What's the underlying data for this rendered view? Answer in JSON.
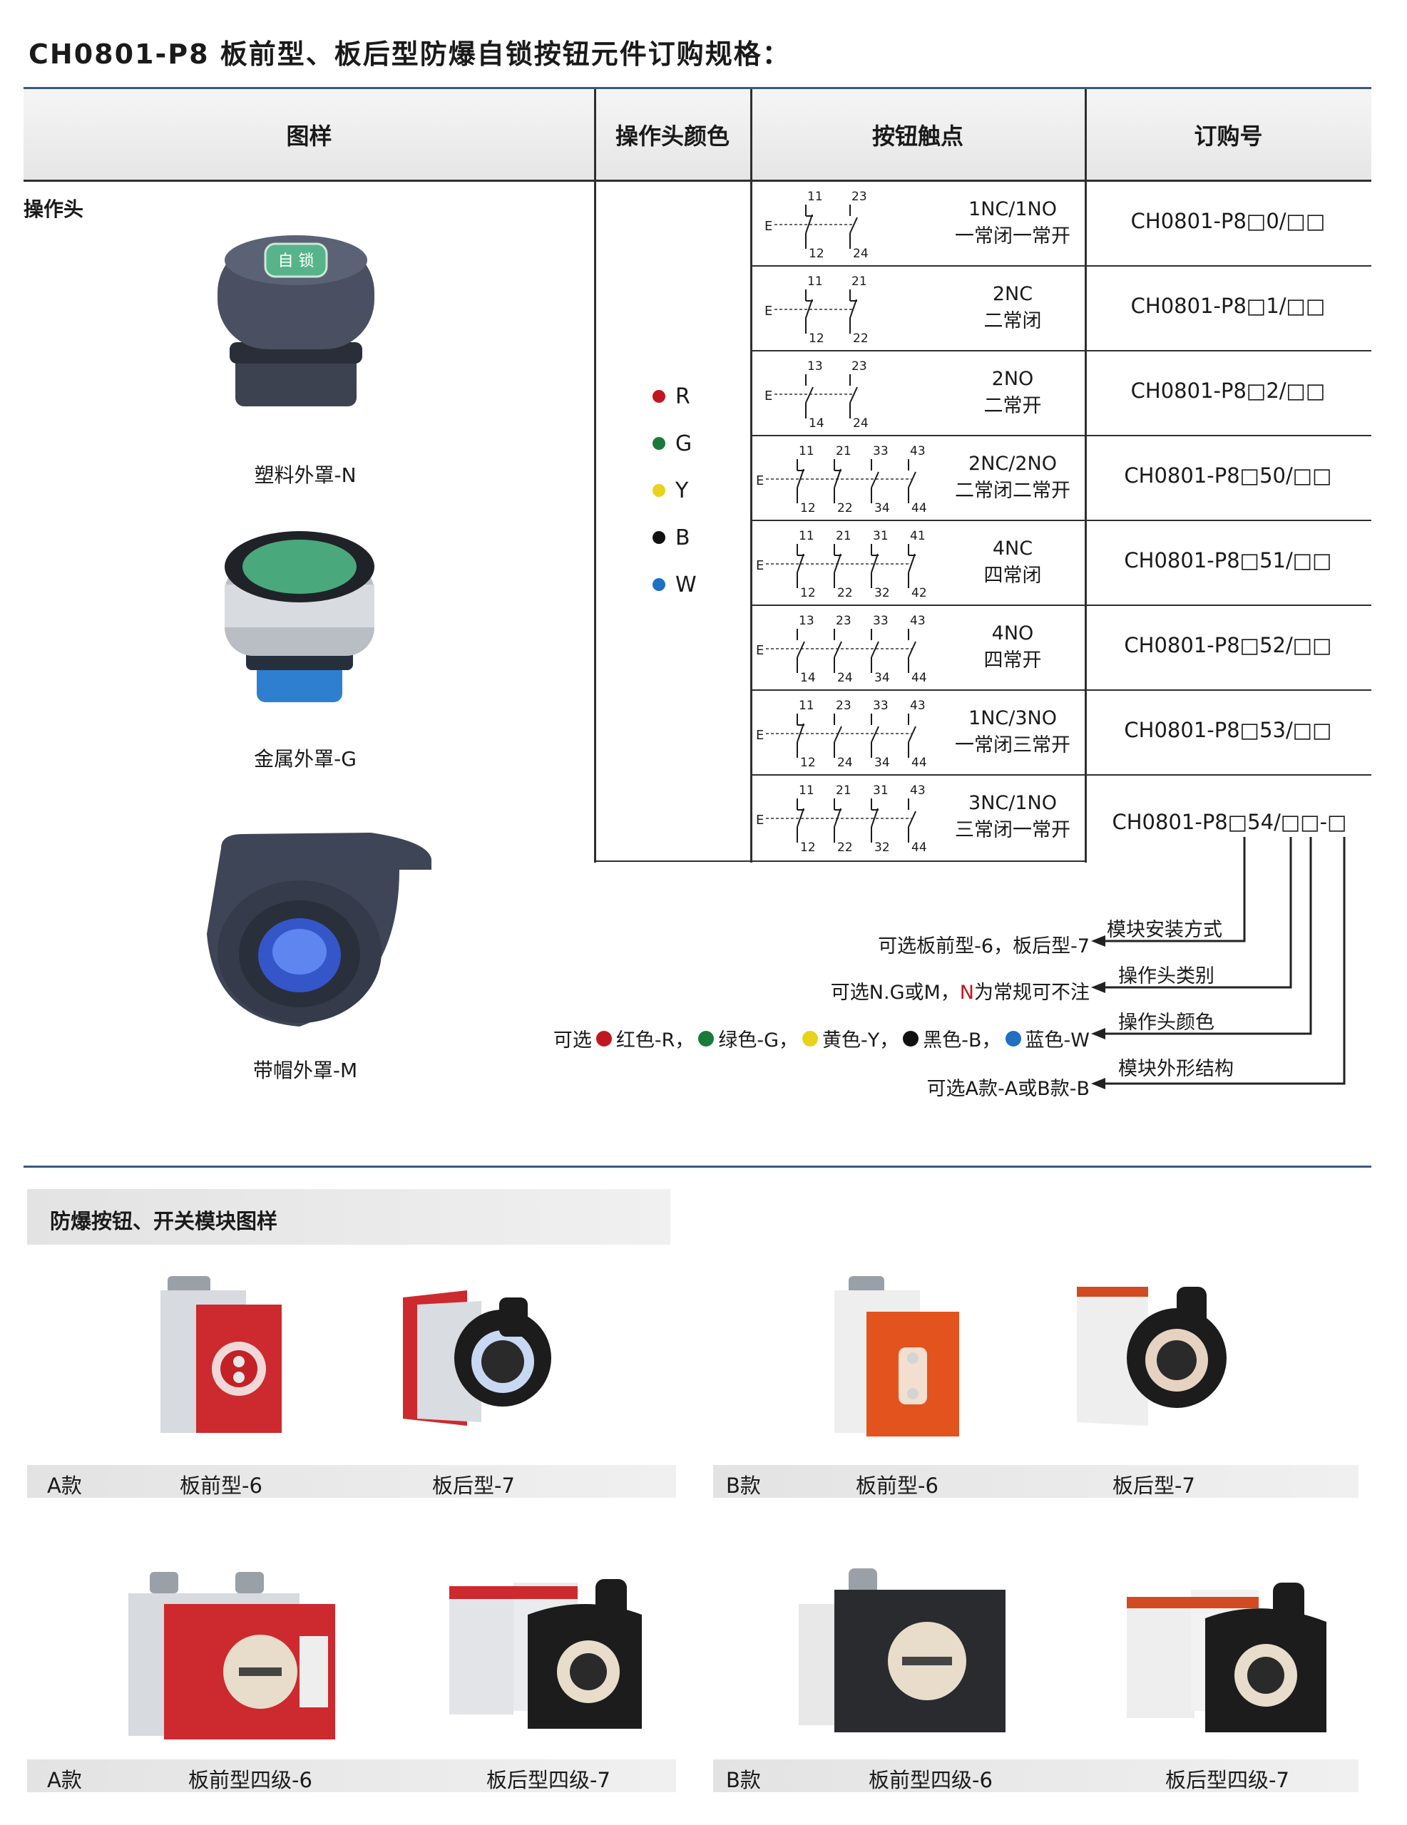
{
  "title": "CH0801-P8 板前型、板后型防爆自锁按钮元件订购规格：",
  "headers": [
    "图样",
    "操作头颜色",
    "按钮触点",
    "订购号"
  ],
  "section_label": "操作头",
  "button_cap_text": "自 锁",
  "heads": [
    {
      "caption": "塑料外罩-N"
    },
    {
      "caption": "金属外罩-G"
    },
    {
      "caption": "带帽外罩-M"
    }
  ],
  "colors": [
    {
      "letter": "R",
      "hex": "#c0181e"
    },
    {
      "letter": "G",
      "hex": "#1a7a3a"
    },
    {
      "letter": "Y",
      "hex": "#e8d21a"
    },
    {
      "letter": "B",
      "hex": "#111111"
    },
    {
      "letter": "W",
      "hex": "#1f6fc2"
    }
  ],
  "contacts": [
    {
      "code": "1NC/1NO",
      "desc": "一常闭一常开",
      "top": [
        "11",
        "23"
      ],
      "bottom": [
        "12",
        "24"
      ],
      "order": "CH0801-P8□0/□□"
    },
    {
      "code": "2NC",
      "desc": "二常闭",
      "top": [
        "11",
        "21"
      ],
      "bottom": [
        "12",
        "22"
      ],
      "order": "CH0801-P8□1/□□"
    },
    {
      "code": "2NO",
      "desc": "二常开",
      "top": [
        "13",
        "23"
      ],
      "bottom": [
        "14",
        "24"
      ],
      "order": "CH0801-P8□2/□□"
    },
    {
      "code": "2NC/2NO",
      "desc": "二常闭二常开",
      "top": [
        "11",
        "21",
        "33",
        "43"
      ],
      "bottom": [
        "12",
        "22",
        "34",
        "44"
      ],
      "order": "CH0801-P8□50/□□"
    },
    {
      "code": "4NC",
      "desc": "四常闭",
      "top": [
        "11",
        "21",
        "31",
        "41"
      ],
      "bottom": [
        "12",
        "22",
        "32",
        "42"
      ],
      "order": "CH0801-P8□51/□□"
    },
    {
      "code": "4NO",
      "desc": "四常开",
      "top": [
        "13",
        "23",
        "33",
        "43"
      ],
      "bottom": [
        "14",
        "24",
        "34",
        "44"
      ],
      "order": "CH0801-P8□52/□□"
    },
    {
      "code": "1NC/3NO",
      "desc": "一常闭三常开",
      "top": [
        "11",
        "23",
        "33",
        "43"
      ],
      "bottom": [
        "12",
        "24",
        "34",
        "44"
      ],
      "order": "CH0801-P8□53/□□"
    },
    {
      "code": "3NC/1NO",
      "desc": "三常闭一常开",
      "top": [
        "11",
        "21",
        "31",
        "43"
      ],
      "bottom": [
        "12",
        "22",
        "32",
        "44"
      ],
      "order": "CH0801-P8□54/□□-□"
    }
  ],
  "diagram_e": "E",
  "annotations": [
    {
      "label": "模块安装方式",
      "desc": "可选板前型-6，板后型-7"
    },
    {
      "label": "操作头类别",
      "desc_pre": "可选N.G或M，",
      "desc_n": "N",
      "desc_post": "为常规可不注"
    },
    {
      "label": "操作头颜色",
      "desc_intro": "可选",
      "items": [
        {
          "text": "红色-R，",
          "hex": "#c0181e"
        },
        {
          "text": "绿色-G，",
          "hex": "#1a7a3a"
        },
        {
          "text": "黄色-Y，",
          "hex": "#e8d21a"
        },
        {
          "text": "黑色-B，",
          "hex": "#111111"
        },
        {
          "text": "蓝色-W",
          "hex": "#1f6fc2"
        }
      ]
    },
    {
      "label": "模块外形结构",
      "desc": "可选A款-A或B款-B"
    }
  ],
  "n_color": "#c0181e",
  "section2_title": "防爆按钮、开关模块图样",
  "module_rows": [
    {
      "left": {
        "style": "A款",
        "a": "板前型-6",
        "b": "板后型-7"
      },
      "right": {
        "style": "B款",
        "a": "板前型-6",
        "b": "板后型-7"
      }
    },
    {
      "left": {
        "style": "A款",
        "a": "板前型四级-6",
        "b": "板后型四级-7"
      },
      "right": {
        "style": "B款",
        "a": "板前型四级-6",
        "b": "板后型四级-7"
      }
    }
  ]
}
